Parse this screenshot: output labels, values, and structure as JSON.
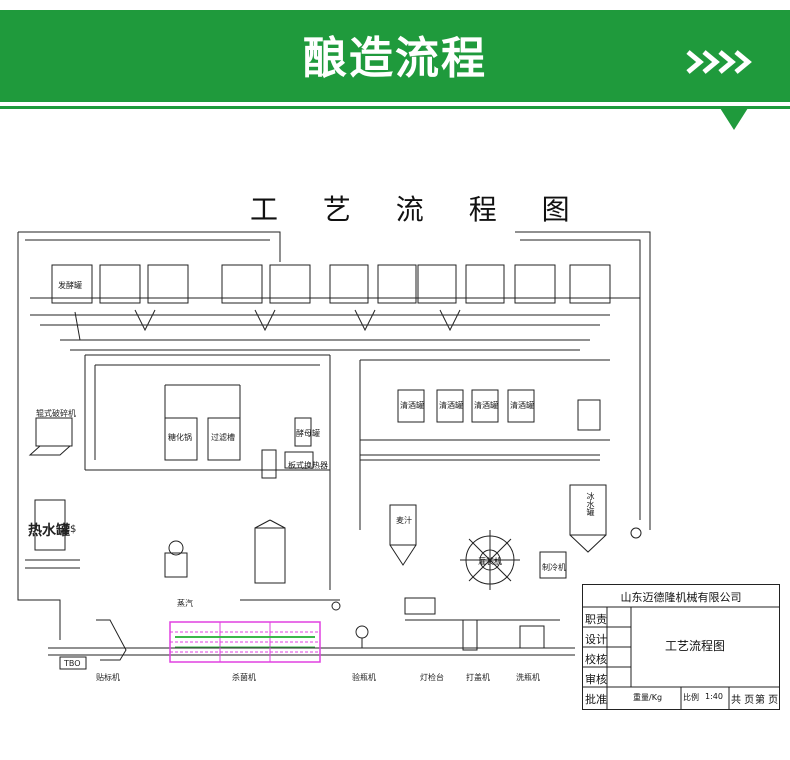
{
  "banner": {
    "title": "酿造流程"
  },
  "diagram": {
    "title": "工 艺 流 程 图",
    "labels": {
      "crusher": "辊式破碎机",
      "hot_tank": "热水罐",
      "hot_tank_suffix": "-1$",
      "mash_tank": "糖化锅",
      "lauter_tank": "过滤槽",
      "bright_tanks": [
        "清酒罐",
        "清酒罐",
        "清酒罐",
        "清酒罐"
      ],
      "ice_tank": "冰水罐",
      "chiller": "制冷机",
      "sterilizer": "杀菌机",
      "filler": "灌装机",
      "inspector": "验瓶机",
      "light_table": "灯检台",
      "capper": "打盖机",
      "labeler": "贴标机",
      "washer": "洗瓶机",
      "steam": "蒸汽",
      "heat_plate": "板式换热器",
      "wort": "麦汁",
      "yeast_tank": "酵母罐",
      "ferment": "发酵罐",
      "tbo": "TBO"
    }
  },
  "title_block": {
    "company": "山东迈德隆机械有限公司",
    "roles": [
      "职责",
      "设计",
      "校核",
      "审核",
      "批准"
    ],
    "drawing_name": "工艺流程图",
    "weight": "重量/Kg",
    "ratio_label": "比例",
    "ratio_value": "1:40",
    "pages": "共 页",
    "page": "第 页"
  },
  "colors": {
    "brand_green": "#1f9a3c",
    "line": "#222222",
    "highlight": "#e040e0",
    "accent_green": "#3cb84a"
  }
}
